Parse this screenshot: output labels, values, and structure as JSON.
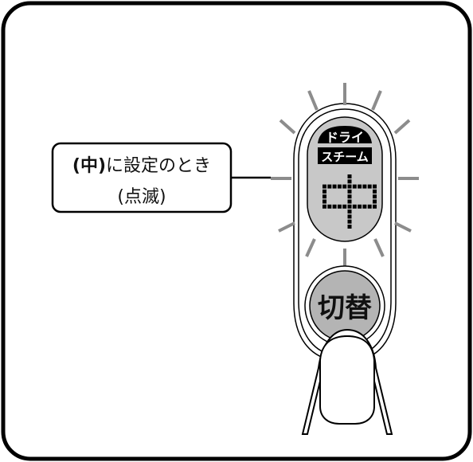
{
  "callout": {
    "line1_prefix": "(中)",
    "line1_rest": "に設定のとき",
    "line2": "(点滅)"
  },
  "panel": {
    "mode_top": "ドライ",
    "mode_bottom": "スチーム",
    "level_glyph": "中",
    "level_state": "blinking",
    "button_label": "切替"
  },
  "colors": {
    "outline": "#000000",
    "display_fill": "#c8c8c8",
    "button_fill": "#b4b4b4",
    "blink_rays": "#8c8c8c",
    "tag_fill": "#000000"
  },
  "icons": [
    "blink-rays",
    "finger-pressing"
  ]
}
